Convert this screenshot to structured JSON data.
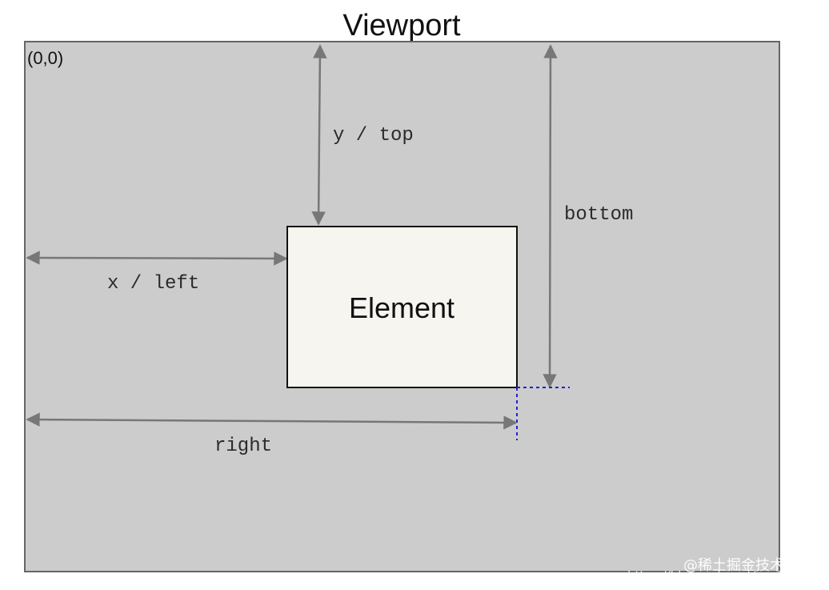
{
  "diagram": {
    "title": "Viewport",
    "origin_label": "(0,0)",
    "element_label": "Element",
    "labels": {
      "top": "y / top",
      "left": "x / left",
      "bottom": "bottom",
      "right": "right"
    },
    "watermark": {
      "brand": "@稀土掘金技术社区",
      "url": "https://blog.csdn.net/qq_38259997"
    },
    "colors": {
      "viewport_fill": "#cccccc",
      "viewport_border": "#666666",
      "element_fill": "#f7f5f0",
      "element_border": "#111111",
      "arrow": "#777777",
      "guide": "#1f1fd6"
    }
  }
}
